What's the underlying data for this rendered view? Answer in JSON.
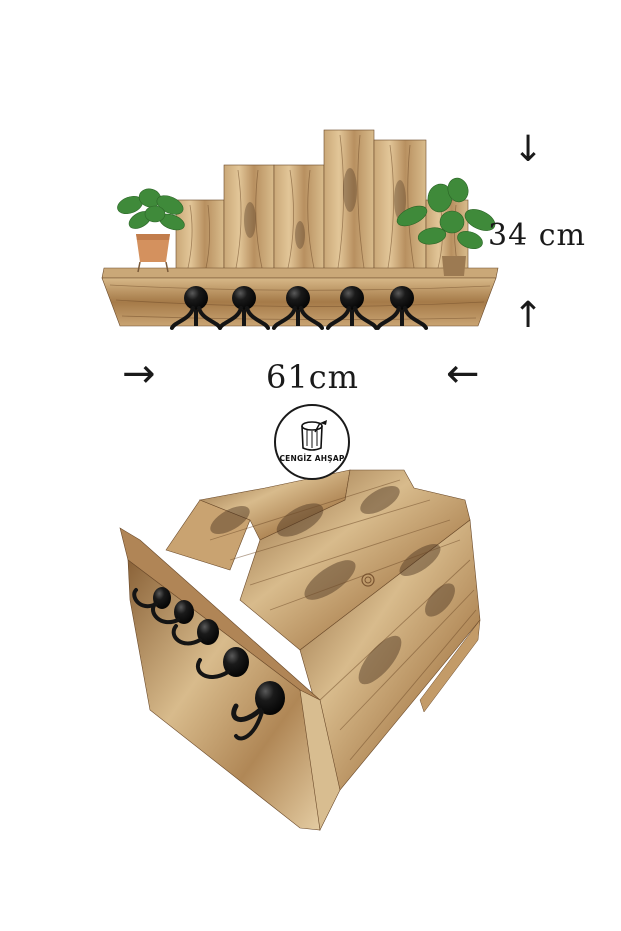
{
  "dimensions": {
    "height_label": "34 cm",
    "width_label": "61cm"
  },
  "logo": {
    "brand_text": "CENGİZ AHŞAP"
  },
  "colors": {
    "wood_light": "#d9bc8c",
    "wood_dark": "#7a5430",
    "burn": "#4a3320",
    "hook": "#141414",
    "plant_green": "#3f8a3a",
    "pot_terracotta": "#d4915e"
  }
}
